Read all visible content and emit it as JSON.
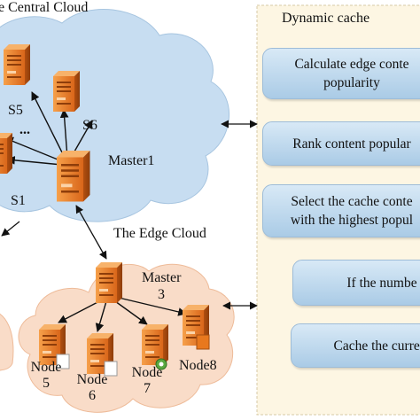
{
  "central_cloud": {
    "title": "e Central Cloud",
    "servers": {
      "s5": "S5",
      "s6": "S6",
      "s1": "S1",
      "dots": "...",
      "master": "Master1"
    }
  },
  "edge_cloud": {
    "title": "The Edge Cloud",
    "master_line1": "Master",
    "master_line2": "3",
    "nodes": [
      {
        "name": "Node",
        "num": "5"
      },
      {
        "name": "Node",
        "num": "6"
      },
      {
        "name": "Node",
        "num": "7"
      },
      {
        "name": "Node8",
        "num": ""
      }
    ]
  },
  "cache_panel": {
    "title": "Dynamic cache",
    "steps": [
      {
        "line1": "Calculate edge conte",
        "line2": "popularity"
      },
      {
        "line1": "Rank content popular",
        "line2": ""
      },
      {
        "line1": "Select the cache conte",
        "line2": "with the highest popul"
      },
      {
        "line1": "If the numbe",
        "line2": ""
      },
      {
        "line1": "Cache the curren",
        "line2": ""
      }
    ]
  },
  "colors": {
    "central_cloud": "#c8def1",
    "edge_cloud": "#f9dcc8",
    "panel_bg": "#fdf6e3",
    "step_box": "#b6d3ec",
    "server_orange": "#e8781e"
  }
}
